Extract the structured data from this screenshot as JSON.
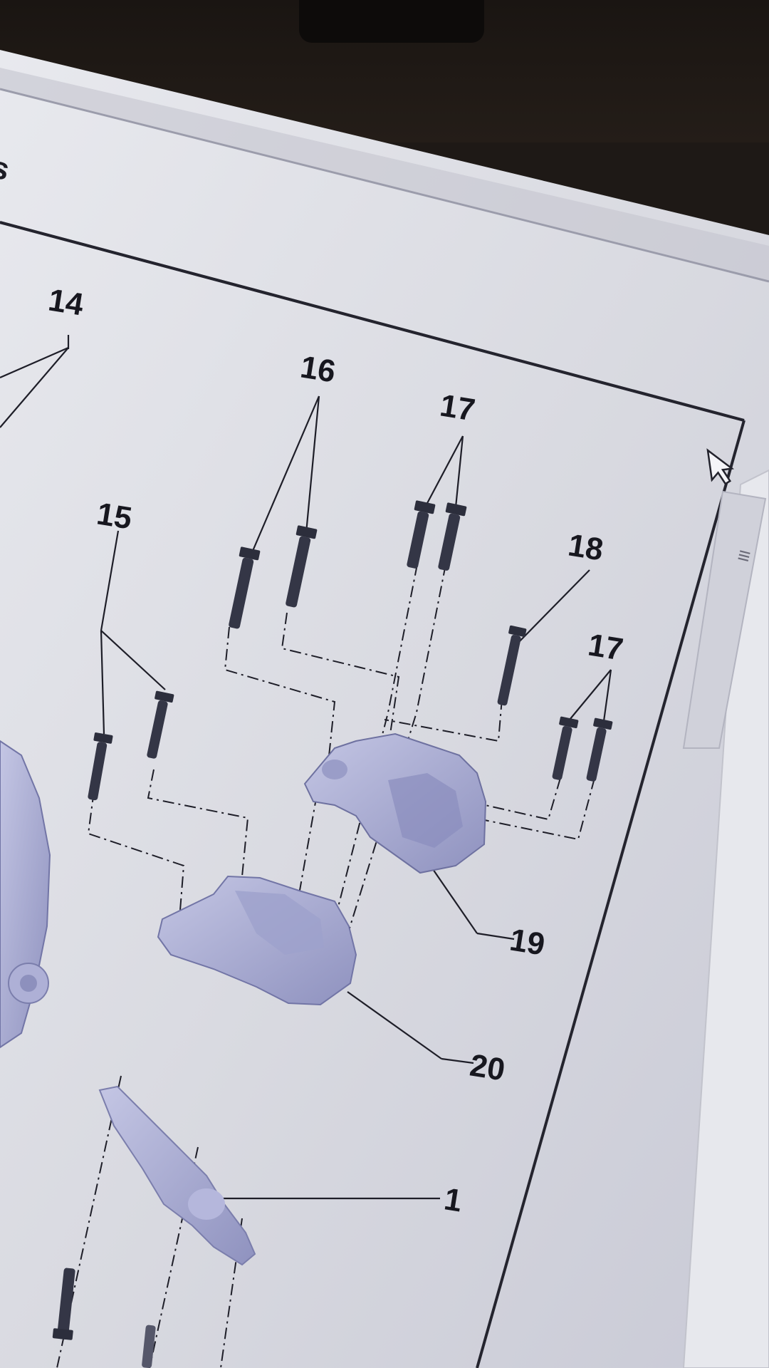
{
  "header": {
    "title_fragment": "s"
  },
  "colors": {
    "screen": "#dcdde2",
    "frame": "#2a2a34",
    "part_fill": "#a8abd0",
    "part_dark": "#6e71a0",
    "bolt": "#2c2e3c",
    "bezel": "#1e1916"
  },
  "icons": {
    "cursor": "mouse-pointer-icon",
    "scroll_grip": "scrollbar-grip-icon"
  },
  "diagram": {
    "callouts": [
      {
        "id": "c14",
        "label": "14"
      },
      {
        "id": "c16",
        "label": "16"
      },
      {
        "id": "c17a",
        "label": "17"
      },
      {
        "id": "c15",
        "label": "15"
      },
      {
        "id": "c18",
        "label": "18"
      },
      {
        "id": "c17b",
        "label": "17"
      },
      {
        "id": "c19",
        "label": "19"
      },
      {
        "id": "c20",
        "label": "20"
      },
      {
        "id": "c1",
        "label": "1"
      }
    ]
  }
}
